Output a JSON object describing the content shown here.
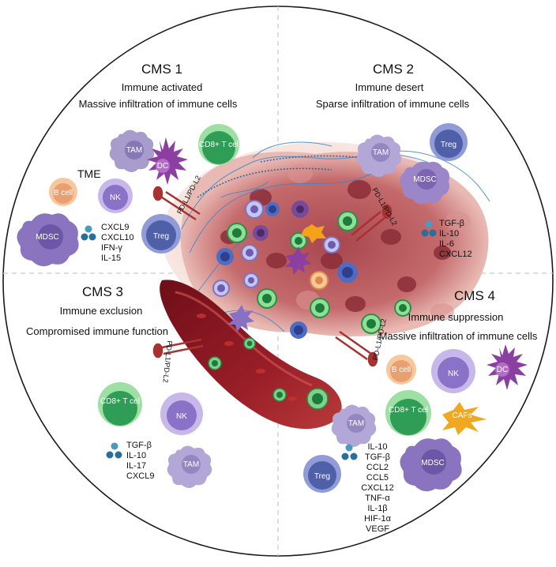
{
  "quadrants": {
    "cms1": {
      "title": "CMS 1",
      "subtitle": "Immune activated",
      "description": "Massive infiltration of immune cells",
      "tme": "TME",
      "cytokines": [
        "CXCL9",
        "CXCL10",
        "IFN-γ",
        "IL-15"
      ]
    },
    "cms2": {
      "title": "CMS 2",
      "subtitle": "Immune desert",
      "description": "Sparse infiltration of immune cells",
      "cytokines": [
        "TGF-β",
        "IL-10",
        "IL-6",
        "CXCL12"
      ]
    },
    "cms3": {
      "title": "CMS 3",
      "subtitle": "Immune exclusion",
      "description": "Compromised immune function",
      "cytokines": [
        "TGF-β",
        "IL-10",
        "IL-17",
        "CXCL9"
      ]
    },
    "cms4": {
      "title": "CMS 4",
      "subtitle": "Immune suppression",
      "description": "Massive infiltration of immune cells",
      "cytokines": [
        "IL-10",
        "TGF-β",
        "CCL2",
        "CCL5",
        "CXCL12",
        "TNF-α",
        "IL-1β",
        "HIF-1α",
        "VEGF"
      ]
    }
  },
  "cells": {
    "cd8": "CD8+ T cel",
    "treg": "Treg",
    "nk": "NK",
    "tam": "TAM",
    "mdsc": "MDSC",
    "bcell": "B cell",
    "dc": "DC",
    "cafs": "CAFs"
  },
  "checkpoint_label": "PD-L1/PD-L2",
  "colors": {
    "tam": "#9a8cc4",
    "mdsc": "#7b64b0",
    "nk": "#8a72c8",
    "treg": "#4f5fa8",
    "cd8": "#2f9d55",
    "bcell": "#e8a070",
    "dc": "#8b3fa0",
    "cafs": "#f0a820",
    "tumor": "#b8565c",
    "vessel": "#8a1820",
    "cytokine": "#2a6f9a"
  }
}
